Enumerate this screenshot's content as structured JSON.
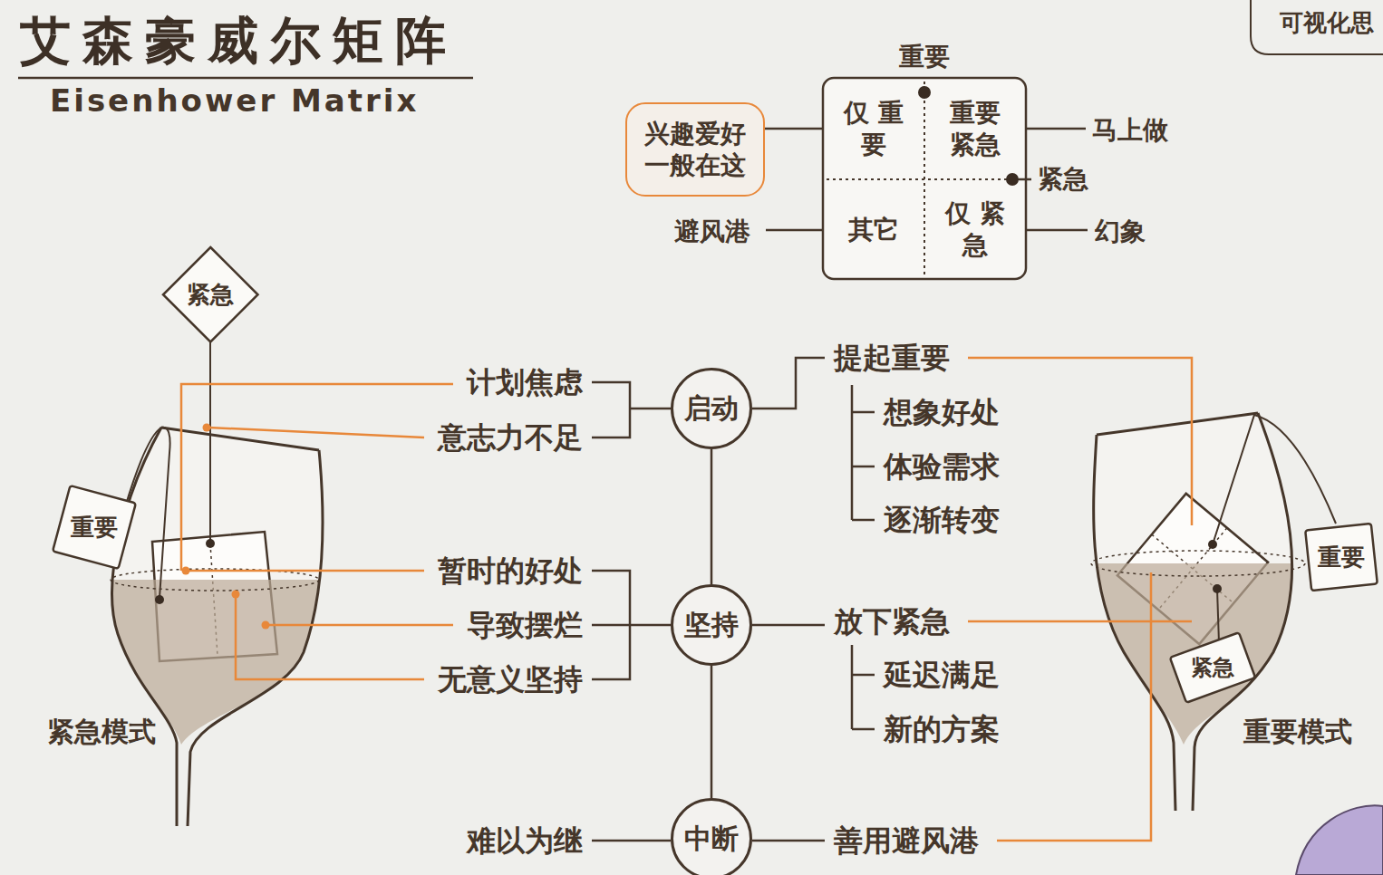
{
  "diagram": {
    "title": "艾森豪威尔矩阵",
    "nodes": [
      {
        "text": [
          "兴趣爱好 一般在这"
        ]
      },
      {
        "text": [
          "仅 重要"
        ]
      },
      {
        "text": [
          "重要 紧急"
        ]
      },
      {
        "text": [
          "其它"
        ]
      },
      {
        "text": [
          "仅 紧急"
        ]
      },
      {
        "text": [
          "紧急"
        ]
      },
      {
        "text": [
          "重要"
        ]
      },
      {
        "text": [
          "启动"
        ]
      },
      {
        "text": [
          "坚持"
        ]
      },
      {
        "text": [
          "中断"
        ]
      },
      {
        "text": [
          "重要"
        ]
      },
      {
        "text": [
          "紧急"
        ]
      }
    ],
    "edges": [
      {
        "from": 0,
        "to": 1,
        "arrow": "none"
      },
      {
        "from": 7,
        "to": 8,
        "arrow": "none"
      },
      {
        "from": 8,
        "to": 9,
        "arrow": "none"
      }
    ],
    "labels": [
      "Eisenhower Matrix",
      "可视化思",
      "重要",
      "紧急",
      "马上做",
      "避风港",
      "幻象",
      "计划焦虑",
      "意志力不足",
      "提起重要",
      "想象好处",
      "体验需求",
      "逐渐转变",
      "暂时的好处",
      "导致摆烂",
      "无意义坚持",
      "放下紧急",
      "延迟满足",
      "新的方案",
      "难以为继",
      "善用避风港",
      "紧急模式",
      "重要模式"
    ]
  }
}
